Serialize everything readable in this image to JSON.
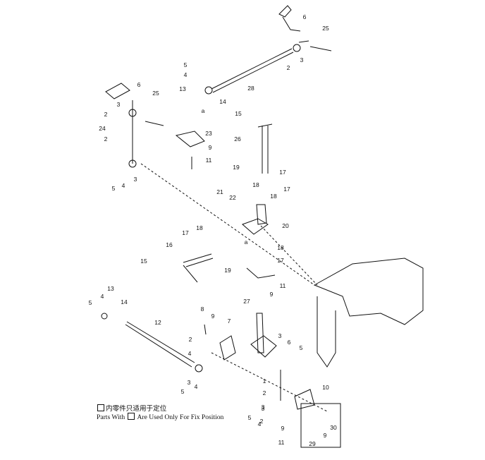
{
  "callouts": [
    "6",
    "25",
    "5",
    "4",
    "2",
    "3",
    "28",
    "13",
    "14",
    "a",
    "6",
    "3",
    "25",
    "2",
    "24",
    "2",
    "23",
    "9",
    "11",
    "3",
    "4",
    "5",
    "15",
    "26",
    "19",
    "17",
    "18",
    "18",
    "17",
    "21",
    "22",
    "20",
    "18",
    "17",
    "16",
    "15",
    "19",
    "a",
    "18",
    "17",
    "9",
    "11",
    "27",
    "13",
    "5",
    "4",
    "14",
    "12",
    "8",
    "9",
    "7",
    "3",
    "6",
    "5",
    "2",
    "4",
    "3",
    "1",
    "2",
    "5",
    "4",
    "3",
    "10",
    "2",
    "3",
    "5",
    "4",
    "9",
    "11",
    "9",
    "30",
    "29"
  ],
  "note": {
    "line1_text": "内零件只适用于定位",
    "line2_prefix": "Parts With",
    "line2_suffix": "Are Used Only For Fix Position"
  }
}
